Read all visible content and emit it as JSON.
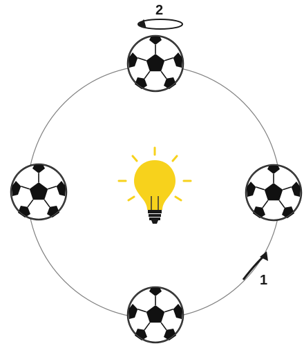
{
  "diagram": {
    "labels": {
      "motion_1": "1",
      "motion_2": "2"
    },
    "icons": {
      "center": "light-bulb-icon",
      "orbiter": "soccer-ball-icon",
      "spin_arrow": "circular-arrow-icon",
      "orbit_arrow": "curved-arrow-icon"
    },
    "balls": [
      "top",
      "right",
      "bottom",
      "left"
    ],
    "colors": {
      "orbit_line": "#808080",
      "bulb_glow": "#f7d21c",
      "bulb_base": "#1a1a1a",
      "ball_patch": "#111111",
      "ball_white": "#ffffff",
      "arrow": "#1a1a1a"
    }
  }
}
